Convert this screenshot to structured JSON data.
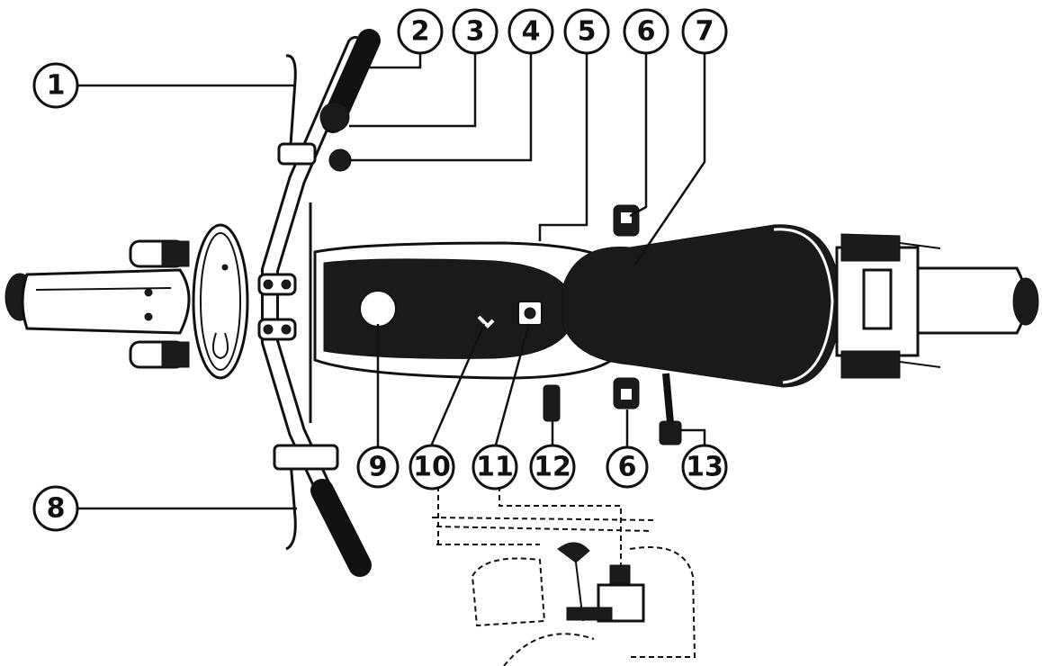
{
  "colors": {
    "ink": "#111111",
    "paper": "#ffffff"
  },
  "callouts": [
    "1",
    "2",
    "3",
    "4",
    "5",
    "6",
    "7",
    "8",
    "9",
    "10",
    "11",
    "12",
    "6",
    "13"
  ]
}
